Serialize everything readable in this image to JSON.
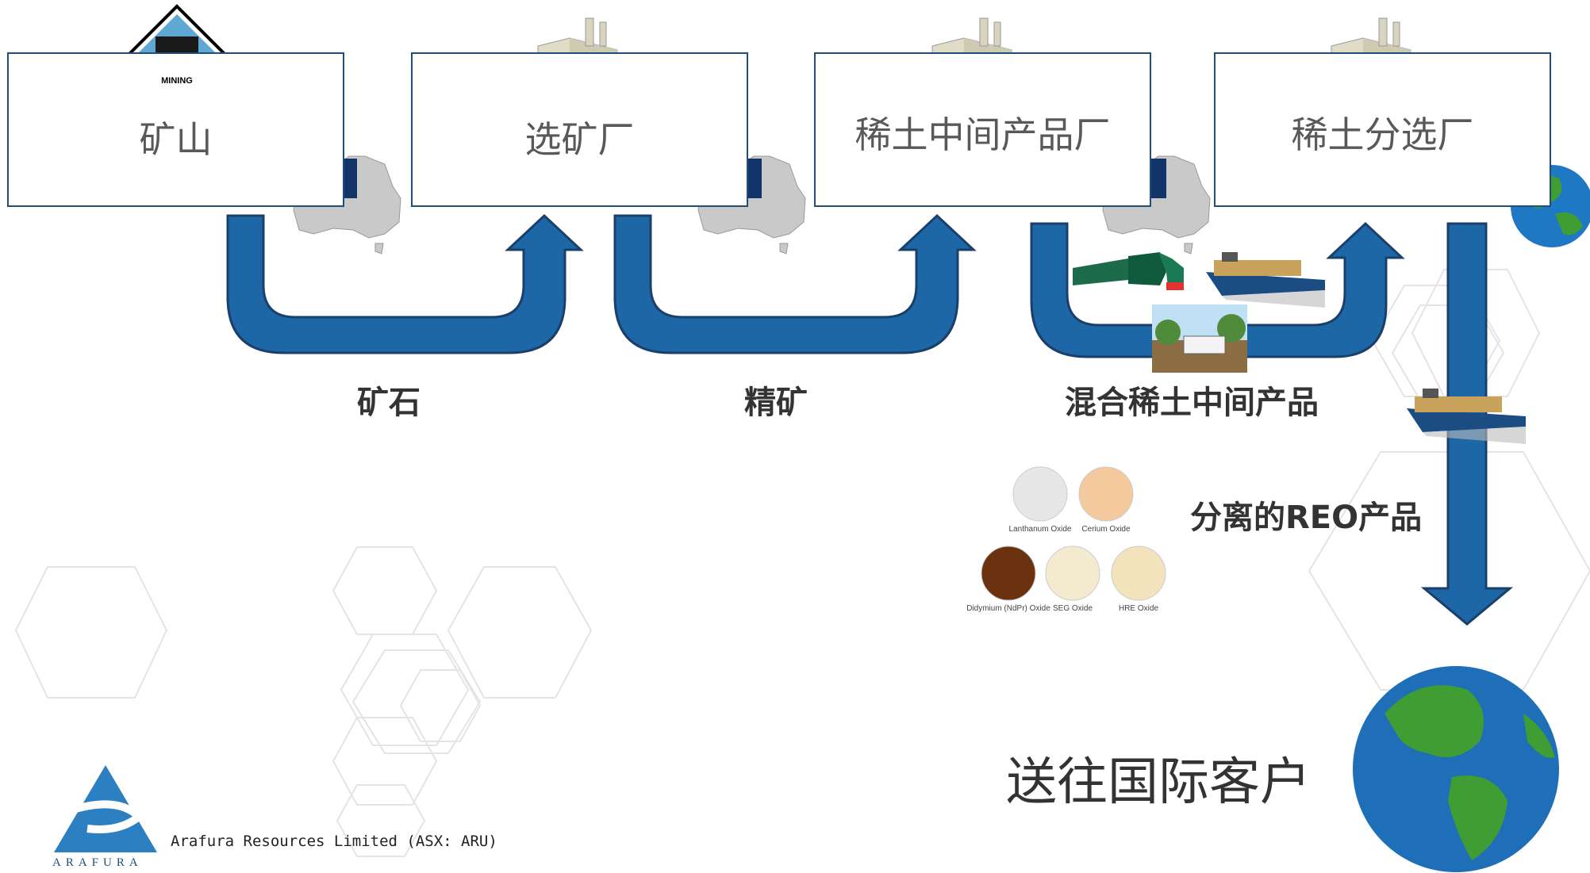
{
  "stages": [
    {
      "title": "矿山"
    },
    {
      "title": "选矿厂"
    },
    {
      "title": "稀土中间产品厂"
    },
    {
      "title": "稀土分选厂"
    }
  ],
  "flows": [
    "矿石",
    "精矿",
    "混合稀土中间产品"
  ],
  "export_label": "分离的REO产品",
  "destination_label": "送往国际客户",
  "mining_badge_text": "MINING",
  "oxides": [
    {
      "label": "Lanthanum Oxide",
      "color": "#e6e6e6"
    },
    {
      "label": "Cerium Oxide",
      "color": "#f3c99d"
    },
    {
      "label": "Didymium (NdPr) Oxide",
      "color": "#6b3210"
    },
    {
      "label": "SEG Oxide",
      "color": "#f4ead0"
    },
    {
      "label": "HRE Oxide",
      "color": "#f2e3bd"
    }
  ],
  "footer": {
    "company": "Arafura Resources Limited  (ASX: ARU)",
    "logo_word": "ARAFURA"
  },
  "colors": {
    "arrow": "#1e67a6",
    "arrow_border": "#1a3f6b",
    "box_border": "#1f4e79",
    "australia": "#c9c9c9",
    "nt_highlight": "#13346b"
  }
}
